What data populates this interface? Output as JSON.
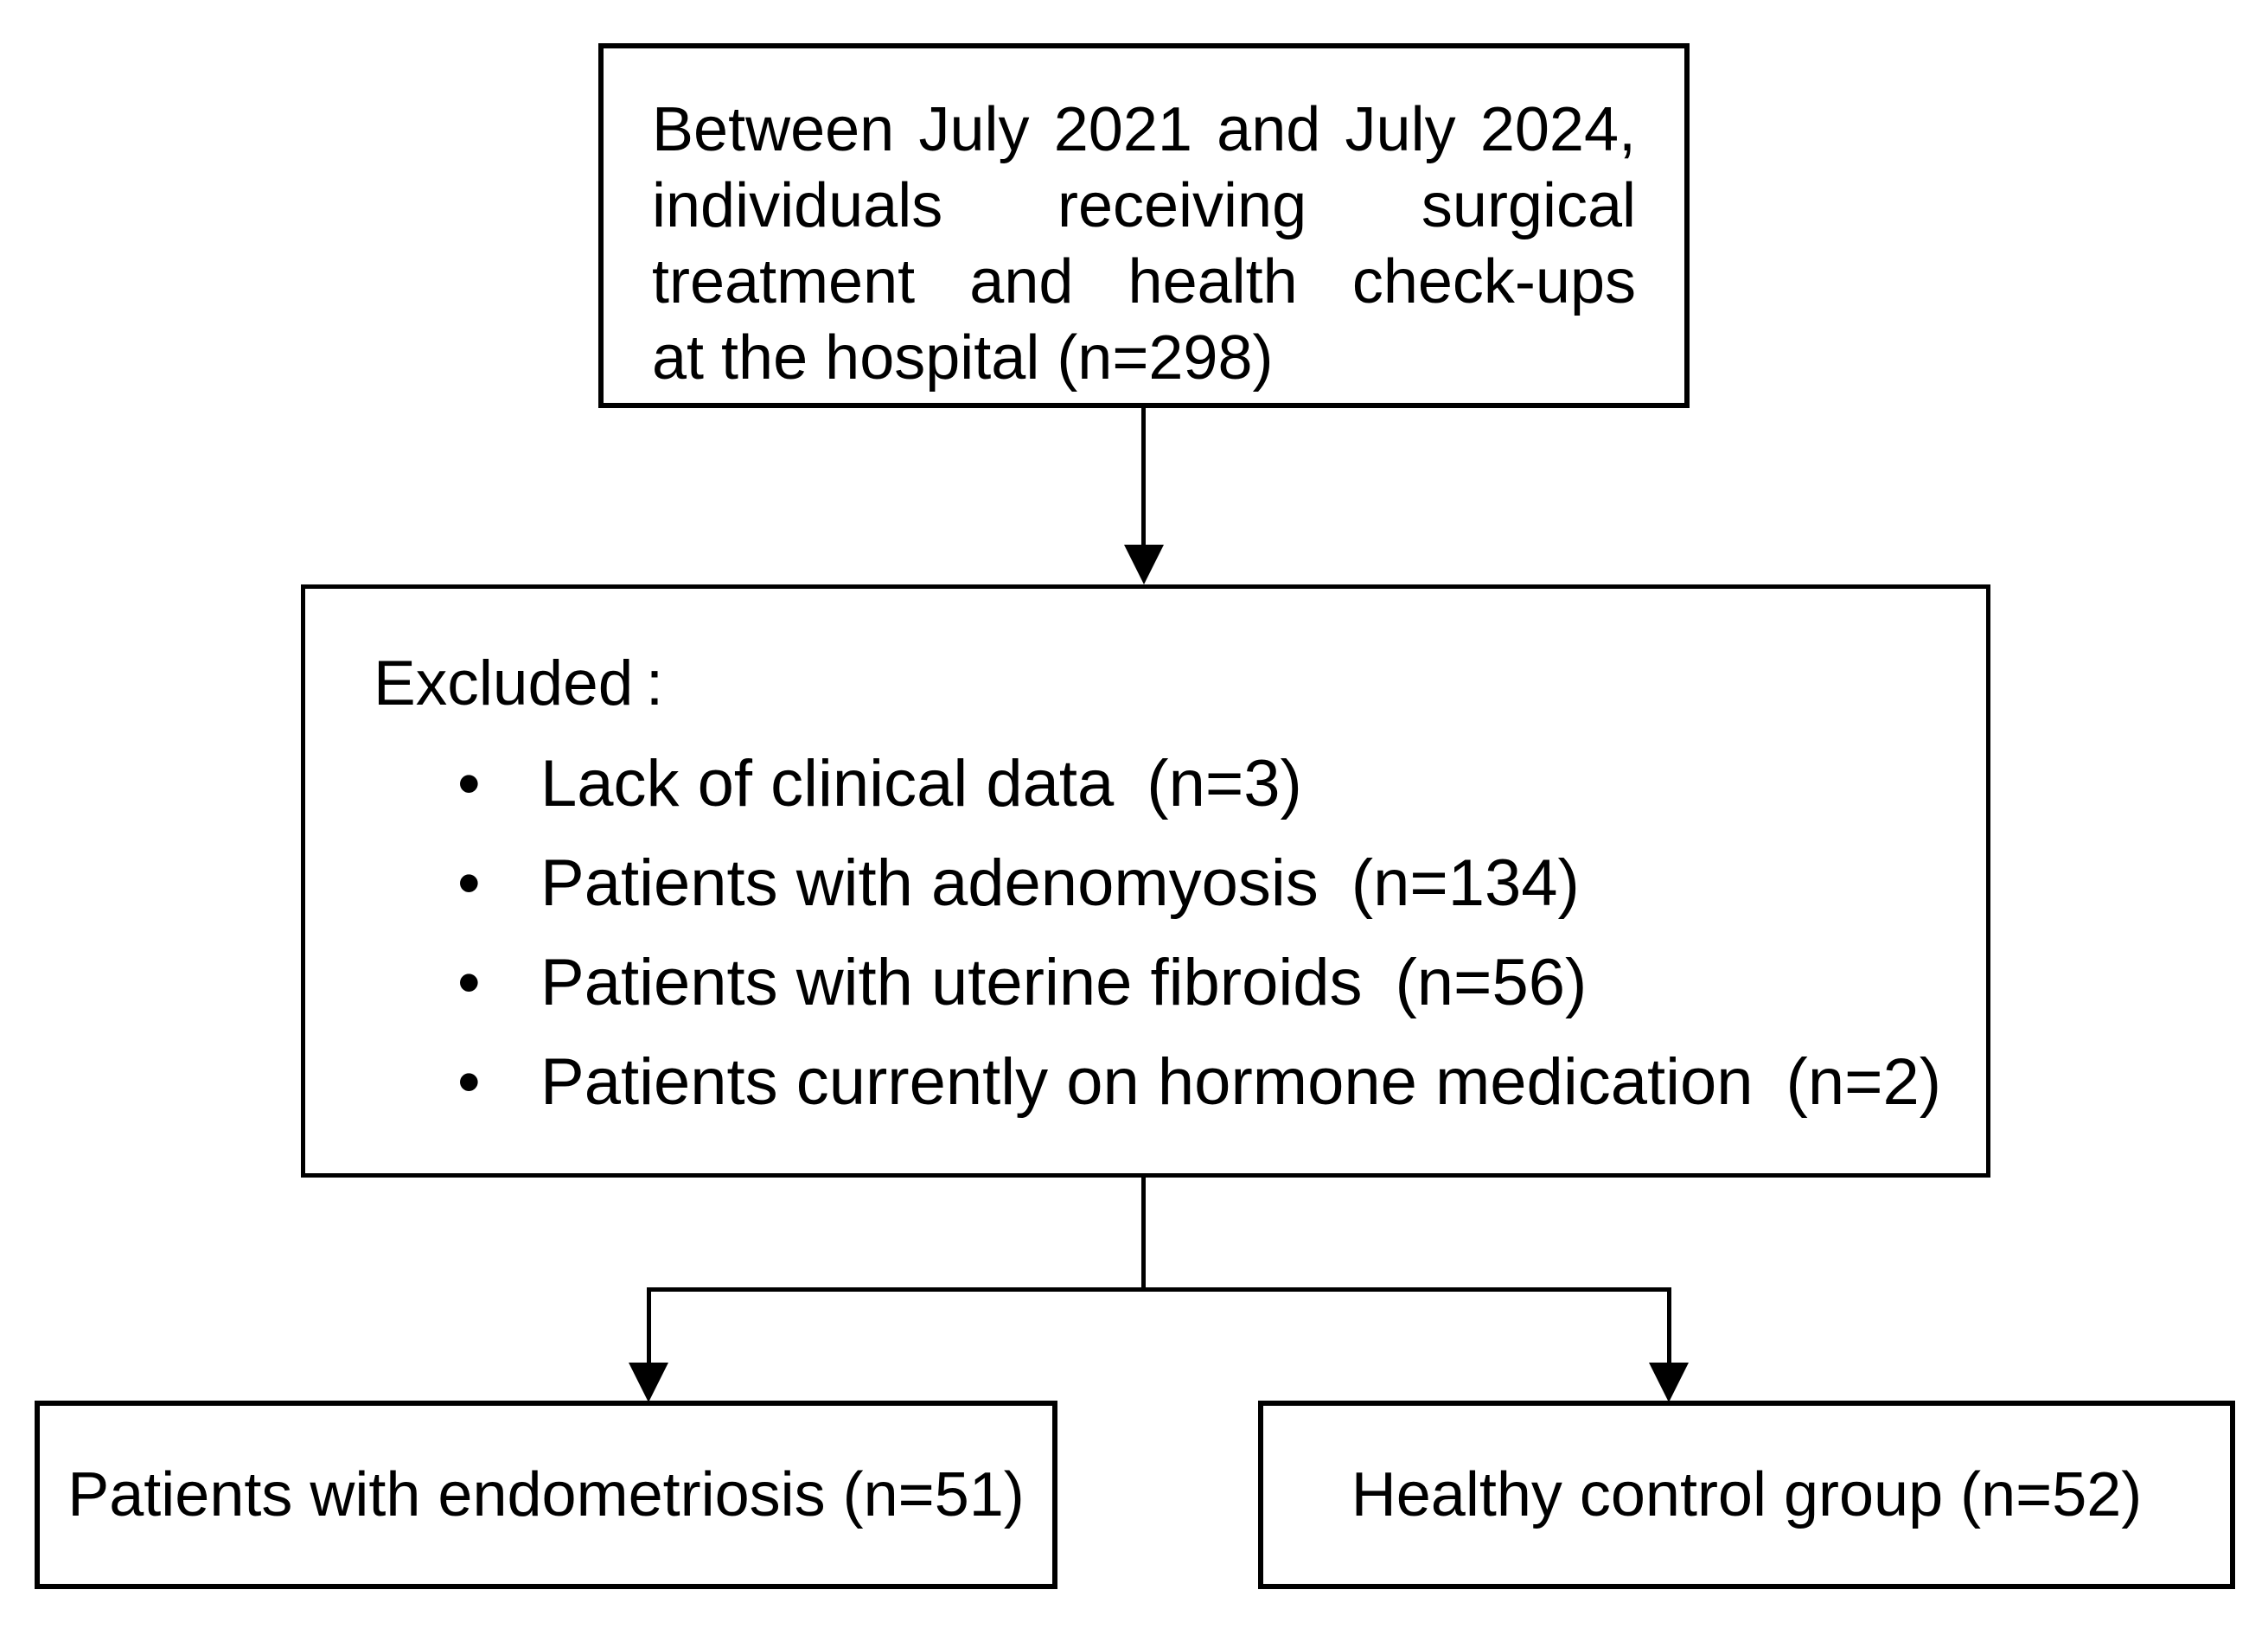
{
  "colors": {
    "background": "#ffffff",
    "ink": "#000000"
  },
  "top_box": {
    "lines": [
      "Between July 2021 and July 2024,",
      "individuals receiving surgical",
      "treatment and health check-ups",
      "at the hospital (n=298)"
    ]
  },
  "excluded_box": {
    "title": "Excluded :",
    "bullet": "•",
    "items": [
      "Lack of clinical data (n=3)",
      "Patients with adenomyosis (n=134)",
      "Patients with uterine fibroids (n=56)",
      "Patients currently on hormone medication (n=2)"
    ]
  },
  "outcomes": {
    "left": "Patients with endometriosis (n=51)",
    "right": "Healthy control group (n=52)"
  }
}
